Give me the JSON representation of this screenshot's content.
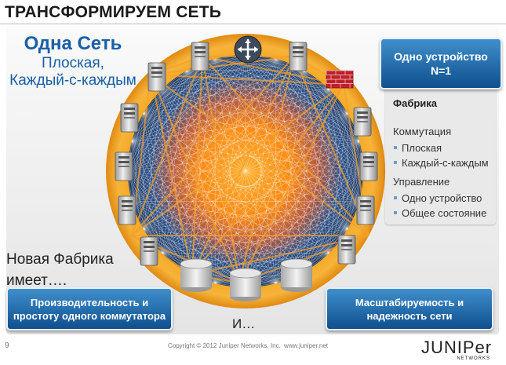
{
  "title": "ТРАНСФОРМИРУЕМ СЕТЬ",
  "one_network": {
    "heading": "Одна Сеть",
    "line1": "Плоская,",
    "line2": "Каждый-с-каждым"
  },
  "new_fabric": {
    "line1": "Новая Фабрика",
    "line2": "имеет…."
  },
  "box_top": {
    "line1": "Одно устройство",
    "line2": "N=1"
  },
  "side": {
    "fabric": "Фабрика",
    "switching": "Коммутация",
    "switching_items": [
      "Плоская",
      "Каждый-с-каждым"
    ],
    "management": "Управление",
    "management_items": [
      "Одно устройство",
      "Общее состояние"
    ]
  },
  "box_left": {
    "line1": "Производительность и",
    "line2": "простоту одного коммутатора"
  },
  "box_right": {
    "line1": "Масштабируемость и",
    "line2": "надежность сети"
  },
  "and_text": "И…",
  "footer": {
    "page": "9",
    "copyright": "Copyright © 2012 Juniper Networks, Inc.",
    "url": "www.juniper.net",
    "logo_word": "JUNIPer",
    "logo_sub": "NETWORKS"
  },
  "colors": {
    "ring": "#f5a623",
    "inner_dark": "#1c3a6b",
    "center": "#ff9a1a",
    "button_blue": "#1f66a8",
    "title_blue": "#1a5fa8"
  },
  "icons": [
    "router-icon",
    "firewall-icon",
    "server-icon",
    "storage-icon"
  ]
}
